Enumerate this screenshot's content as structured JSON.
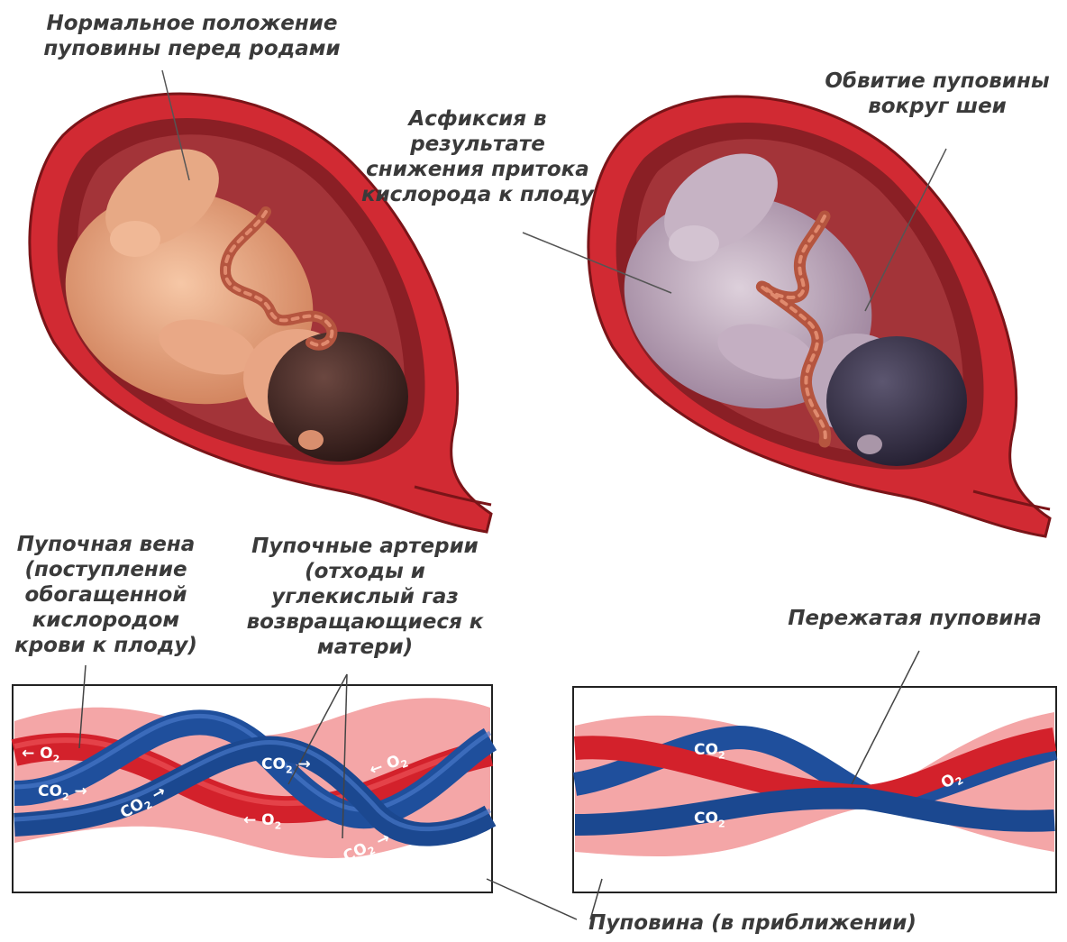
{
  "labels": {
    "normal_position": "Нормальное положение\nпуповины перед родами",
    "asphyxia": "Асфиксия в\nрезультате\nснижения притока\nкислорода к плоду",
    "nuchal_cord": "Обвитие пуповины\nвокруг шеи",
    "umbilical_vein": "Пупочная вена\n(поступление\nобогащенной\nкислородом\nкрови к плоду)",
    "umbilical_arteries": "Пупочные артерии\n(отходы и\nуглекислый газ\nвозвращающиеся к\nматери)",
    "compressed_cord": "Пережатая пуповина",
    "cord_closeup": "Пуповина (в приближении)"
  },
  "gas_tags": {
    "o2": "O",
    "co2": "CO",
    "subscript": "2"
  },
  "colors": {
    "uterus_wall": "#c8262e",
    "uterus_inner": "#8b1e22",
    "fetus_normal": "#e9a27a",
    "fetus_hypoxic": "#b7a0b4",
    "head_hair": "#3b2420",
    "cord": "#b8503a",
    "jelly": "#f2a3a3",
    "vein": "#d3202a",
    "artery": "#1f4f9c"
  }
}
